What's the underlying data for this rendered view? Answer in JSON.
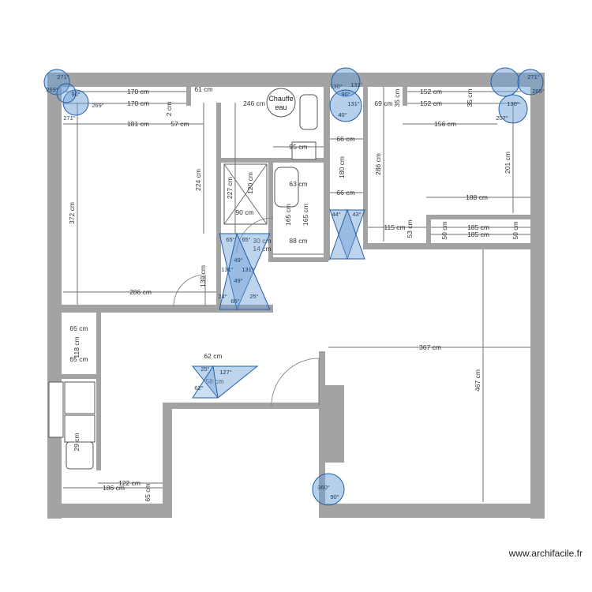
{
  "colors": {
    "wall": "#a3a3a3",
    "angle_fill": "#6ea0d8",
    "angle_stroke": "#1f5fa6"
  },
  "watermark": "www.archifacile.fr",
  "labels": {
    "boiler": "Chauffe",
    "boiler_sub": "eau"
  },
  "dimensions": {
    "d170a": "170 cm",
    "d170b": "170 cm",
    "d61": "61 cm",
    "d2": "2 cm",
    "d246": "246 cm",
    "d181": "181 cm",
    "d57": "57 cm",
    "d372": "372 cm",
    "d224": "224 cm",
    "d227": "227 cm",
    "d120": "120 cm",
    "d90": "90 cm",
    "d95": "95 cm",
    "d63": "63 cm",
    "d165a": "165 cm",
    "d165b": "165 cm",
    "d88": "88 cm",
    "d139": "139 cm",
    "d286a": "286 cm",
    "d286b": "286 cm",
    "d66a": "66 cm",
    "d66b": "66 cm",
    "d180": "180 cm",
    "d115": "115 cm",
    "d53": "53 cm",
    "d69": "69 cm",
    "d152a": "152 cm",
    "d152b": "152 cm",
    "d35a": "35 cm",
    "d35b": "35 cm",
    "d156": "156 cm",
    "d201": "201 cm",
    "d188": "188 cm",
    "d185a": "185 cm",
    "d185b": "185 cm",
    "d50a": "50 cm",
    "d50b": "50 cm",
    "d367": "367 cm",
    "d467": "467 cm",
    "d65a": "65 cm",
    "d65b": "65 cm",
    "d118": "118 cm",
    "d186": "186 cm",
    "d122": "122 cm",
    "d65c": "65 cm",
    "d29": "29 cm",
    "d30": "30 cm",
    "d14": "14 cm",
    "d58": "58 cm",
    "d62": "62 cm"
  },
  "angles": {
    "a271a": "271°",
    "a269a": "269°",
    "a90a": "90°",
    "a269b": "269°",
    "a271b": "271°",
    "a130a": "130°",
    "a131a": "131°",
    "a90b": "90°",
    "a131b": "131°",
    "a40": "40°",
    "a271c": "271°",
    "a269c": "269°",
    "a207": "207°",
    "a130b": "130°",
    "a65a": "65°",
    "a65b": "65°",
    "a131c": "131°",
    "a131d": "131°",
    "a49a": "49°",
    "a49b": "49°",
    "a24": "24°",
    "a25": "25°",
    "a66": "66°",
    "a44": "44°",
    "a43": "43°",
    "a127": "127°",
    "a25b": "25°",
    "a62": "62°",
    "a360": "360°",
    "a90c": "90°"
  }
}
